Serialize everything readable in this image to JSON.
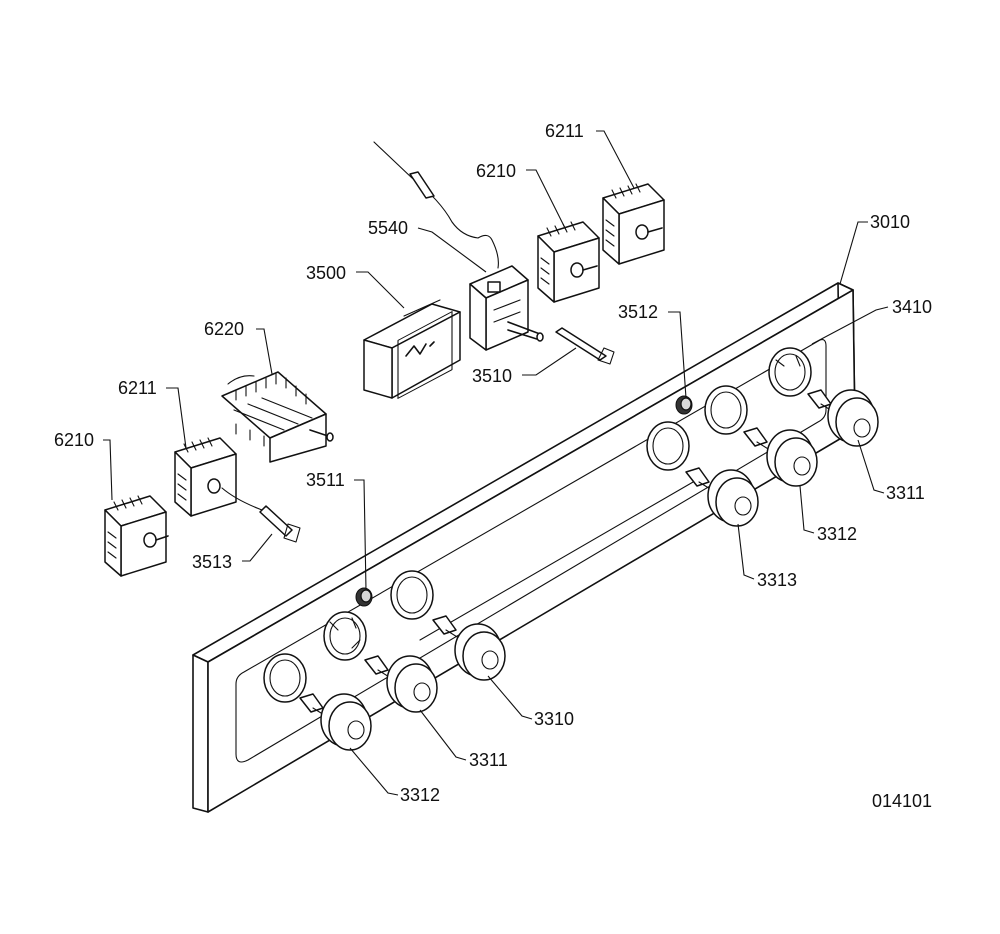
{
  "labels": {
    "p6211_top": "6211",
    "p6210_top": "6210",
    "p5540": "5540",
    "p3500": "3500",
    "p3010": "3010",
    "p3512": "3512",
    "p3410": "3410",
    "p6220": "6220",
    "p3510": "3510",
    "p6211_left": "6211",
    "p6210_left": "6210",
    "p3511": "3511",
    "p3513": "3513",
    "p3311_right": "3311",
    "p3312_right": "3312",
    "p3313": "3313",
    "p3310": "3310",
    "p3311_left": "3311",
    "p3312_left": "3312"
  },
  "drawing_number": "014101"
}
